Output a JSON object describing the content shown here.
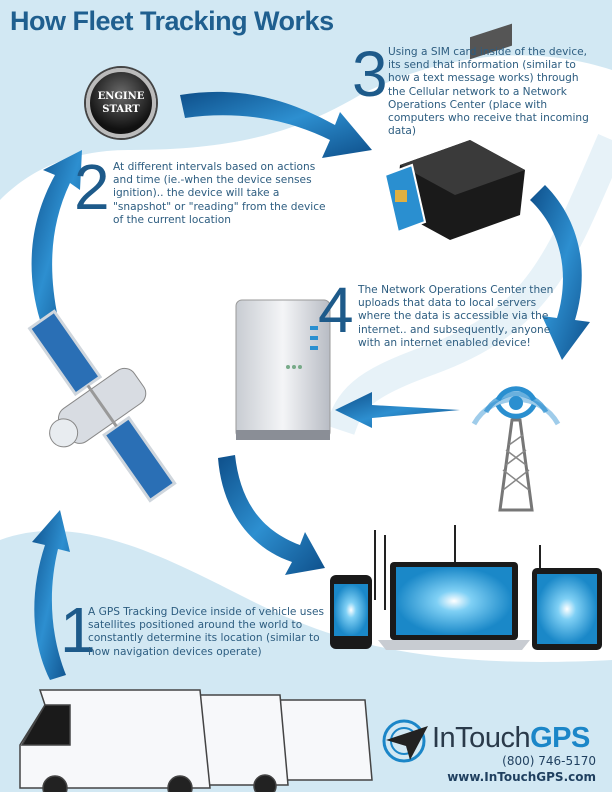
{
  "title": "How Fleet Tracking Works",
  "engine_button": {
    "line1": "ENGINE",
    "line2": "START"
  },
  "steps": [
    {
      "number": "1",
      "text": "A GPS Tracking Device inside of vehicle uses satellites positioned around the world to constantly determine its location (similar to how navigation devices operate)"
    },
    {
      "number": "2",
      "text": "At different intervals based on actions and time (ie.-when the device senses ignition).. the device will take a \"snapshot\" or \"reading\" from the device of the current location"
    },
    {
      "number": "3",
      "text": "Using a SIM card inside of the device, its send that information (similar to how a text message works) through the Cellular network to a  Network Operations Center (place with computers who receive that incoming data)"
    },
    {
      "number": "4",
      "text": "The Network Operations Center then uploads that data to local servers where the data is accessible via the internet.. and subsequently, anyone with an internet enabled device!"
    }
  ],
  "logo": {
    "brand_light": "InTouch",
    "brand_bold": "GPS",
    "phone": "(800) 746-5170",
    "website": "www.InTouchGPS.com"
  },
  "colors": {
    "primary": "#1f5f8f",
    "arrow": "#1b6fb0",
    "background_swoosh": "#d2e8f3"
  }
}
